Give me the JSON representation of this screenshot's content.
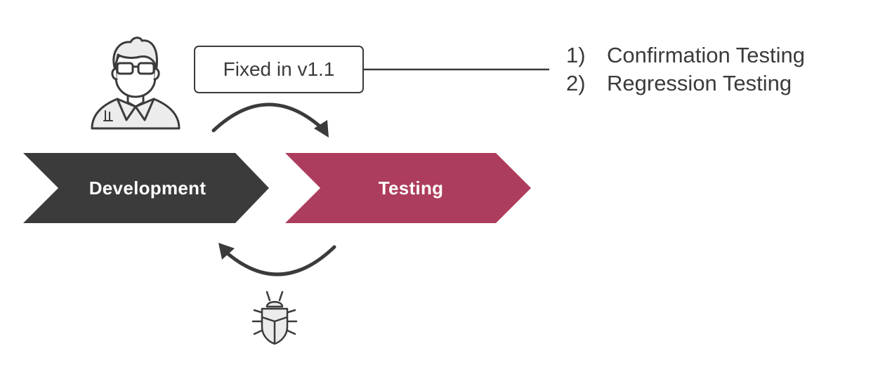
{
  "colors": {
    "development_arrow": "#3b3b3b",
    "testing_arrow": "#ad3d5c",
    "line": "#3b3b3b",
    "icon_fill": "#ececec"
  },
  "stages": {
    "development": "Development",
    "testing": "Testing"
  },
  "fix_label": "Fixed in v1.1",
  "test_types": [
    {
      "number": "1)",
      "label": "Confirmation Testing"
    },
    {
      "number": "2)",
      "label": "Regression Testing"
    }
  ],
  "icons": {
    "developer": "developer-icon",
    "bug": "bug-icon",
    "forward": "curved-arrow-forward-icon",
    "back": "curved-arrow-back-icon"
  }
}
